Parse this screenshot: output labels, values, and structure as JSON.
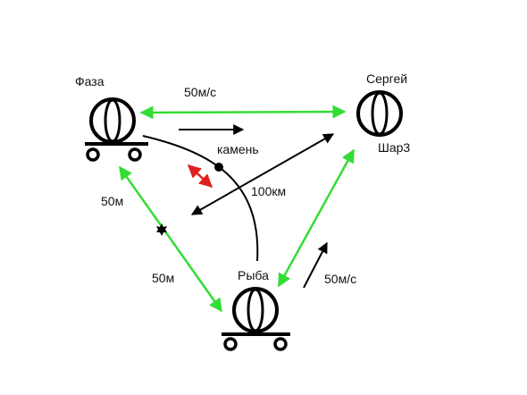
{
  "labels": {
    "faza": "Фаза",
    "sergey": "Сергей",
    "ryba": "Рыба",
    "shar3": "Шар3",
    "kamen": "камень",
    "speed_top": "50м/с",
    "speed_bottom": "50м/с",
    "distance_right": "100км",
    "distance_left_upper": "50м",
    "distance_left_lower": "50м"
  },
  "colors": {
    "green": "#33dd33",
    "black": "#000000",
    "red": "#e02020"
  }
}
